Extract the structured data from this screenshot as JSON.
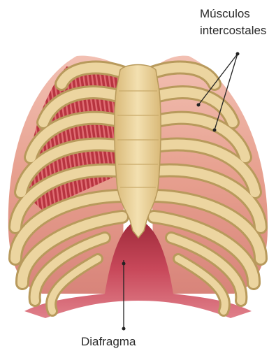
{
  "labels": {
    "intercostales_line1": "Músculos",
    "intercostales_line2": "intercostales",
    "diafragma": "Diafragma"
  },
  "colors": {
    "bone": "#e8cf97",
    "bone_edge": "#b89a5c",
    "lung_fill": "#e49a8a",
    "muscle": "#b7343f",
    "muscle_stripe": "#e06c73",
    "diaphragm": "#c8485a",
    "leader_line": "#222222"
  }
}
